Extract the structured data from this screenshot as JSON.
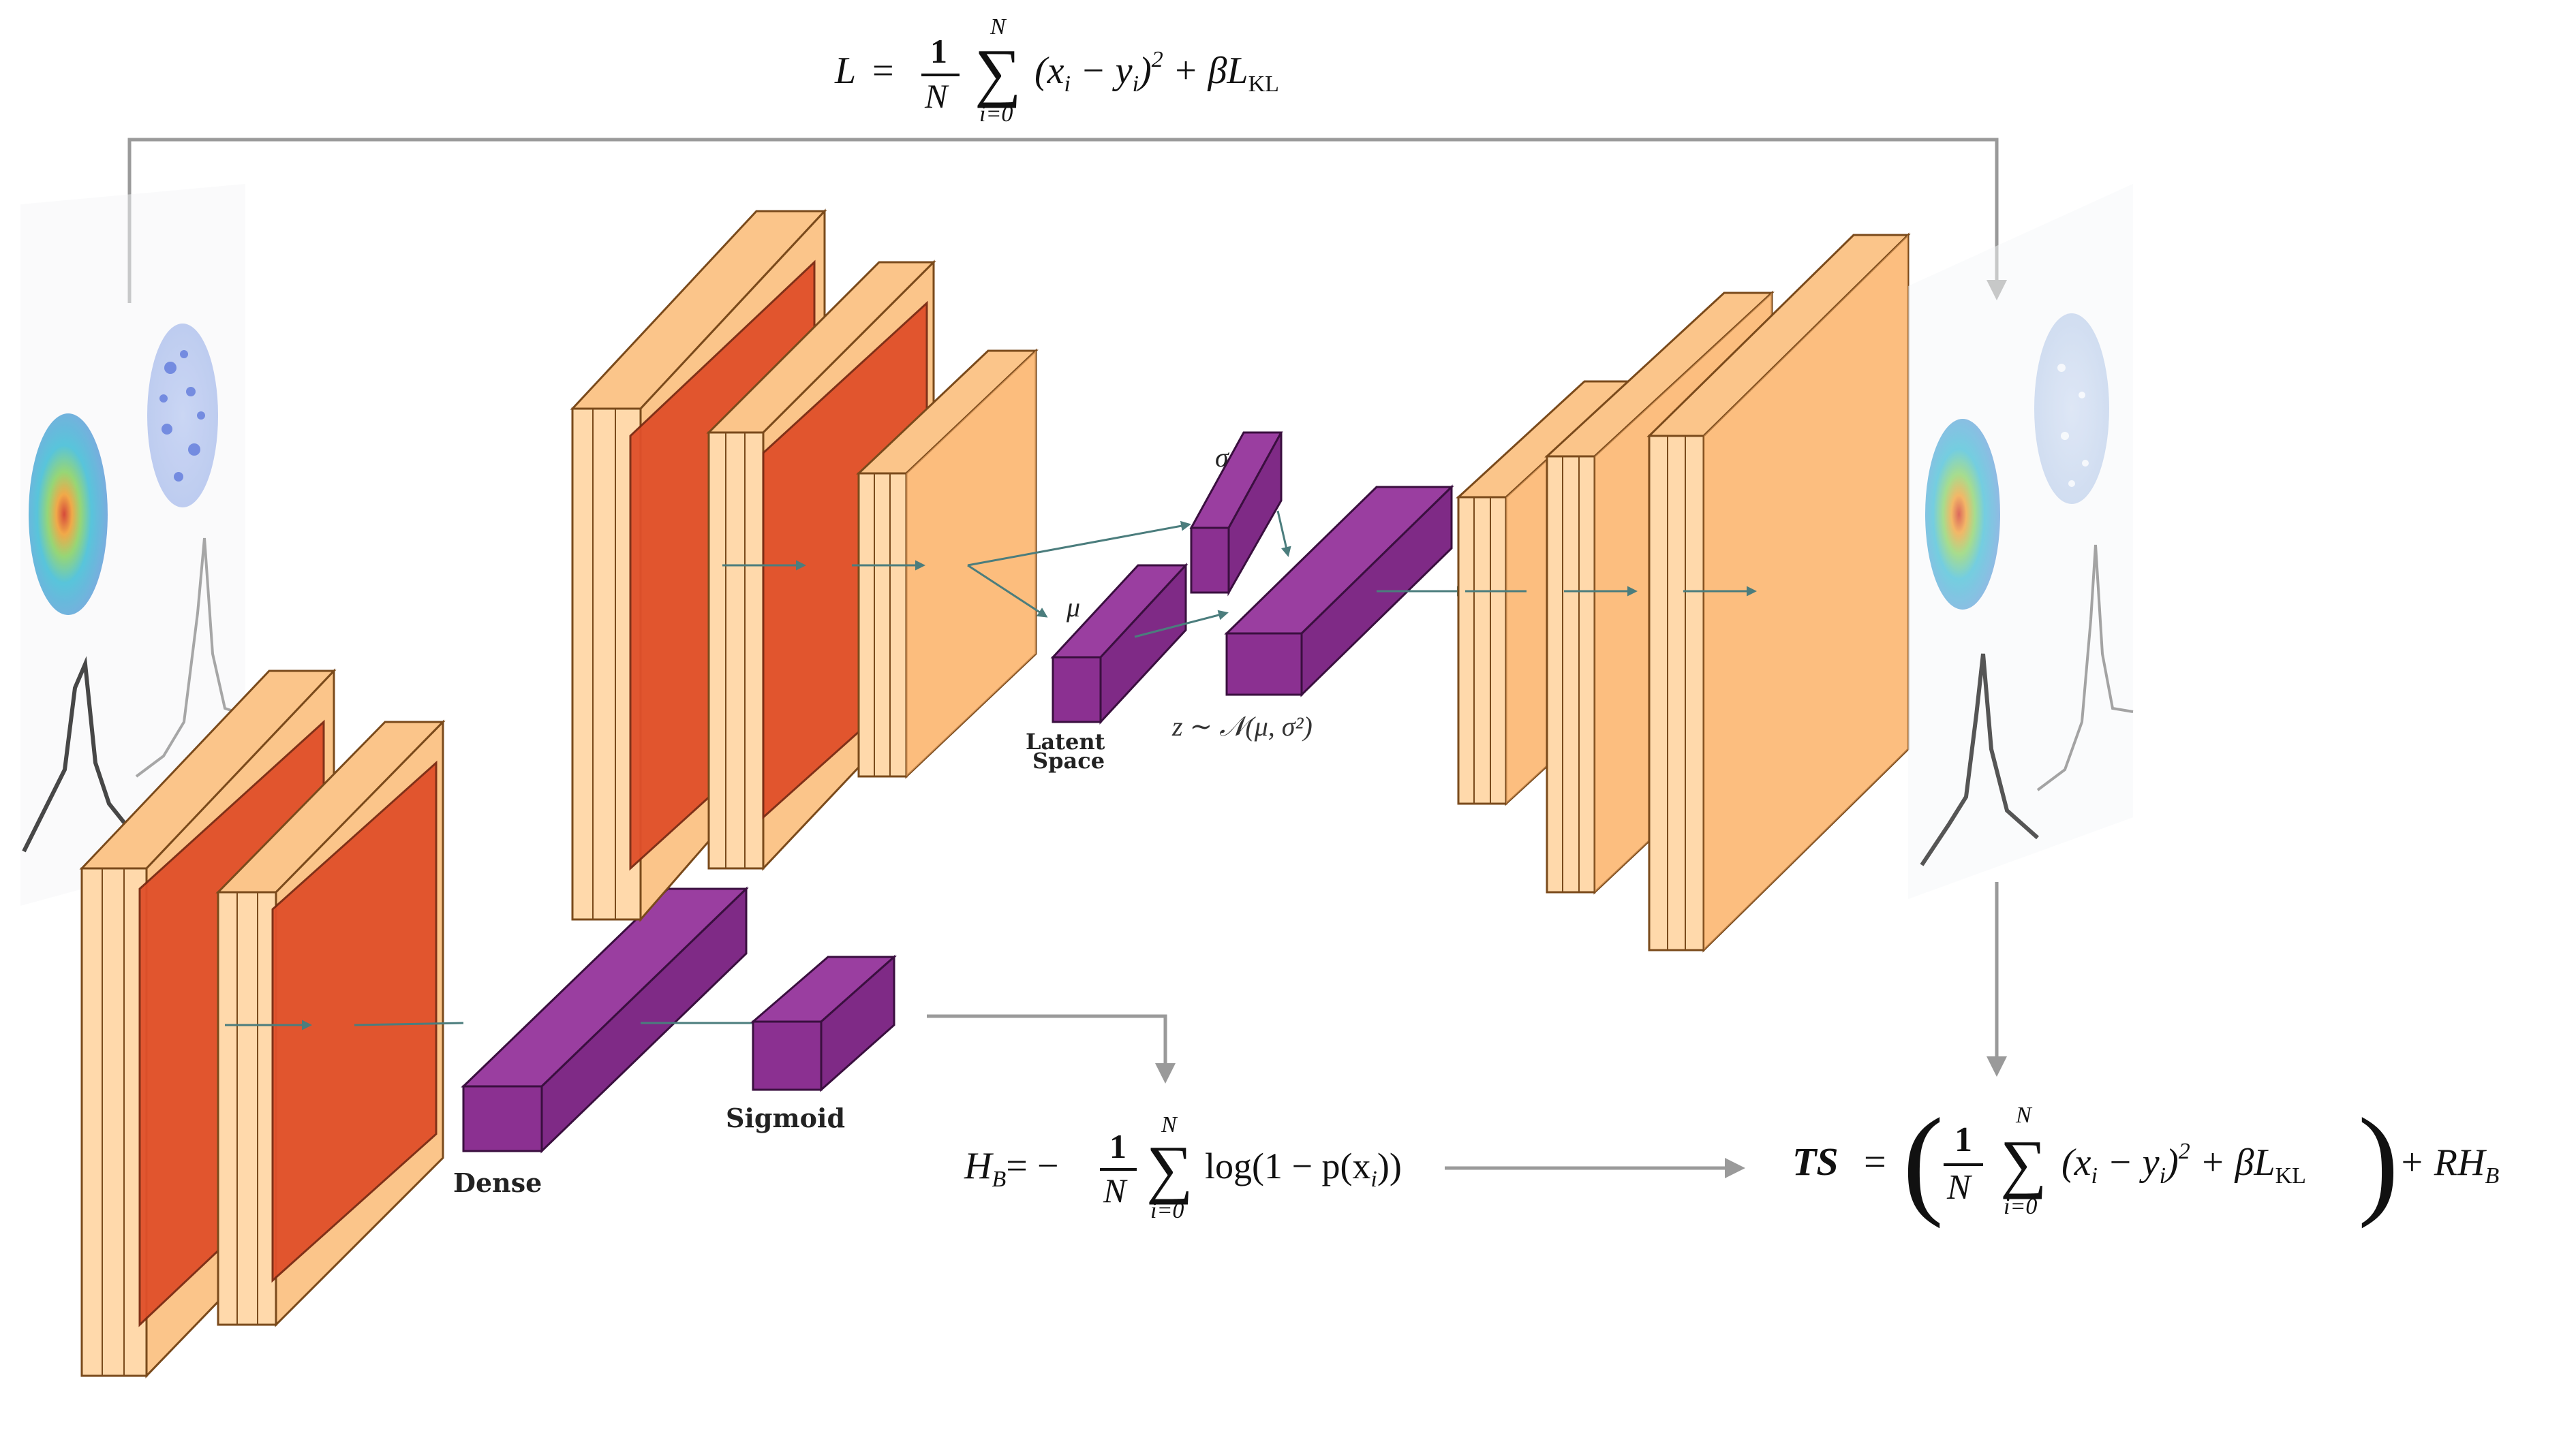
{
  "colors": {
    "conv_outer": "#fbc58a",
    "conv_outer_front": "#ffd49f",
    "conv_inner": "#e0502a",
    "dense_purple": "#7f2a86",
    "arrow_gray": "#9a9a9a",
    "connector_teal": "#4b7d7d"
  },
  "formulas": {
    "loss": {
      "lhs": "L",
      "eq": "=",
      "frac_num": "1",
      "frac_den": "N",
      "sum": "∑",
      "sum_upper": "N",
      "sum_lower": "i=0",
      "body": "(x",
      "sub_i1": "i",
      "minus": " − y",
      "sub_i2": "i",
      "close": ")",
      "sq": "2",
      "plus_beta": " + βL",
      "kl": "KL"
    },
    "hb": {
      "lhs": "H",
      "lhs_sub": "B",
      "eq": "= −",
      "frac_num": "1",
      "frac_den": "N",
      "sum": "∑",
      "sum_upper": "N",
      "sum_lower": "i=0",
      "body": "log(1 − p(x",
      "sub_i": "i",
      "close": "))"
    },
    "ts": {
      "lhs": "TS",
      "eq": "=",
      "lparen": "(",
      "frac_num": "1",
      "frac_den": "N",
      "sum": "∑",
      "sum_upper": "N",
      "sum_lower": "i=0",
      "body": "(x",
      "sub_i1": "i",
      "minus": " − y",
      "sub_i2": "i",
      "close": ")",
      "sq": "2",
      "plus_beta": " + βL",
      "kl": "KL",
      "rparen": ")",
      "plus_r": " + RH",
      "r_sub": "B"
    }
  },
  "labels": {
    "sigma": "σ",
    "mu": "μ",
    "latent_line1": "Latent",
    "latent_line2": "Space",
    "z_dist": "z ∼ 𝒩(μ, σ²)",
    "dense": "Dense",
    "sigmoid": "Sigmoid"
  }
}
